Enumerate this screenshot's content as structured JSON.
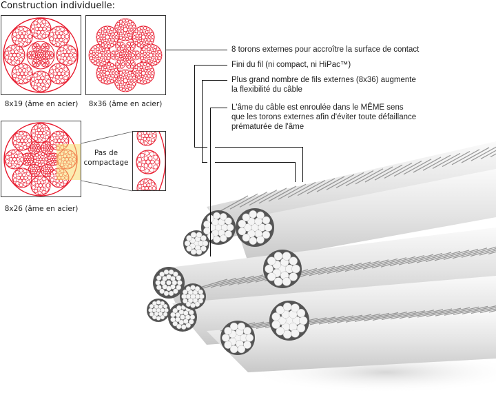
{
  "title": "Construction individuelle:",
  "diagrams": [
    {
      "id": "8x19",
      "caption": "8x19 (âme en acier)"
    },
    {
      "id": "8x36",
      "caption": "8x36 (âme en acier)"
    },
    {
      "id": "8x26",
      "caption": "8x26 (âme en acier)"
    }
  ],
  "inset_label": "Pas de compactage",
  "inset_label_lines": [
    "Pas de",
    "compactage"
  ],
  "annotations": [
    {
      "lines": [
        "8 torons externes pour accroître la surface de contact"
      ]
    },
    {
      "lines": [
        "Fini du fil (ni compact, ni HiPac™)"
      ]
    },
    {
      "lines": [
        "Plus grand nombre de fils externes (8x36) augmente",
        "la flexibilité du câble"
      ]
    },
    {
      "lines": [
        "L'âme du câble est enroulée dans le MÊME sens",
        "que les torons externes afin d'éviter toute défaillance",
        "prématurée de l'âme"
      ]
    }
  ],
  "colors": {
    "diagram_red": "#e8192c",
    "highlight": "#f7dc6f",
    "leader_line": "#111111",
    "steel": "#e9e9e9"
  },
  "photo": {
    "subject": "steel wire rope cross-section"
  }
}
